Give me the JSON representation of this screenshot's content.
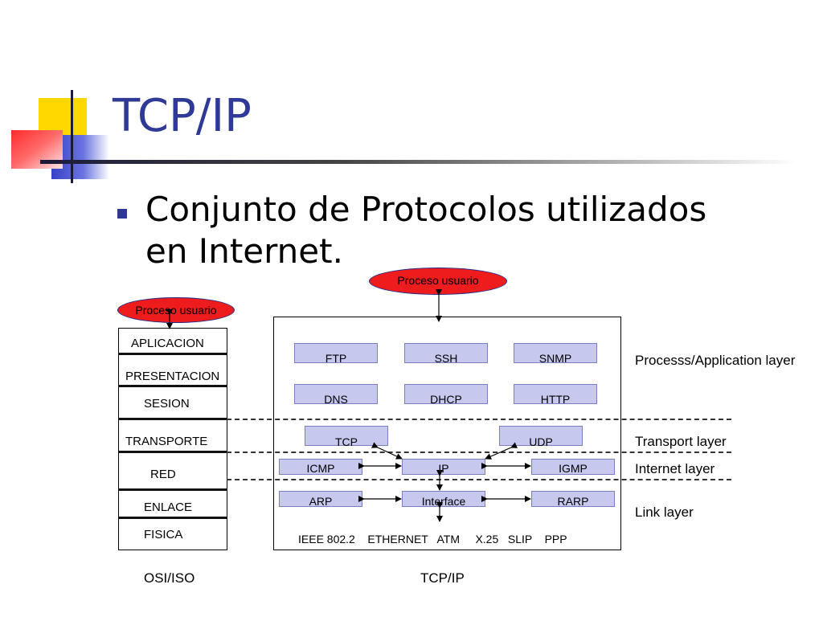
{
  "slide": {
    "title": "TCP/IP",
    "bullet": "Conjunto de Protocolos utilizados en Internet."
  },
  "osi": {
    "top_oval": "Proceso usuario",
    "layers": [
      "APLICACION",
      "PRESENTACION",
      "SESION",
      "TRANSPORTE",
      "RED",
      "ENLACE",
      "FISICA"
    ],
    "caption": "OSI/ISO"
  },
  "tcpip": {
    "top_oval": "Proceso usuario",
    "row1": [
      "FTP",
      "SSH",
      "SNMP"
    ],
    "row2": [
      "DNS",
      "DHCP",
      "HTTP"
    ],
    "transport": [
      "TCP",
      "UDP"
    ],
    "internet": [
      "ICMP",
      "IP",
      "IGMP"
    ],
    "link": [
      "ARP",
      "Interface",
      "RARP"
    ],
    "physical_media": "IEEE 802.2    ETHERNET   ATM     X.25   SLIP    PPP",
    "caption": "TCP/IP"
  },
  "layer_labels": {
    "application": "Processs/Application layer",
    "transport": "Transport layer",
    "internet": "Internet layer",
    "link": "Link layer"
  },
  "colors": {
    "title": "#2f3a96",
    "oval_fill": "#ee1c1c",
    "protocol_box_fill": "#c6c8ee",
    "protocol_box_border": "#7a7fc2"
  }
}
